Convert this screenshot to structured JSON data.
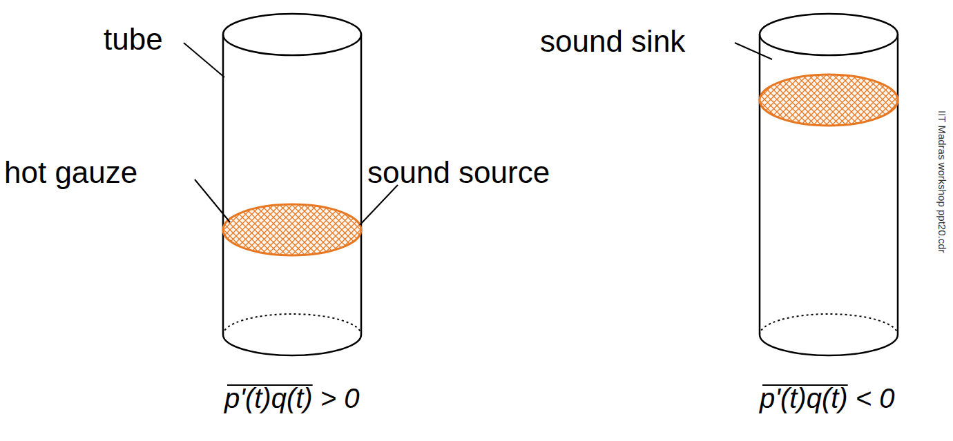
{
  "diagram": {
    "labels": [
      "tube",
      "hot gauze",
      "sound source",
      "sound sink",
      "p'(t)q(t) > 0",
      "p'(t)q(t) < 0",
      "IIT Madras workshop ppt20.cdr"
    ]
  }
}
